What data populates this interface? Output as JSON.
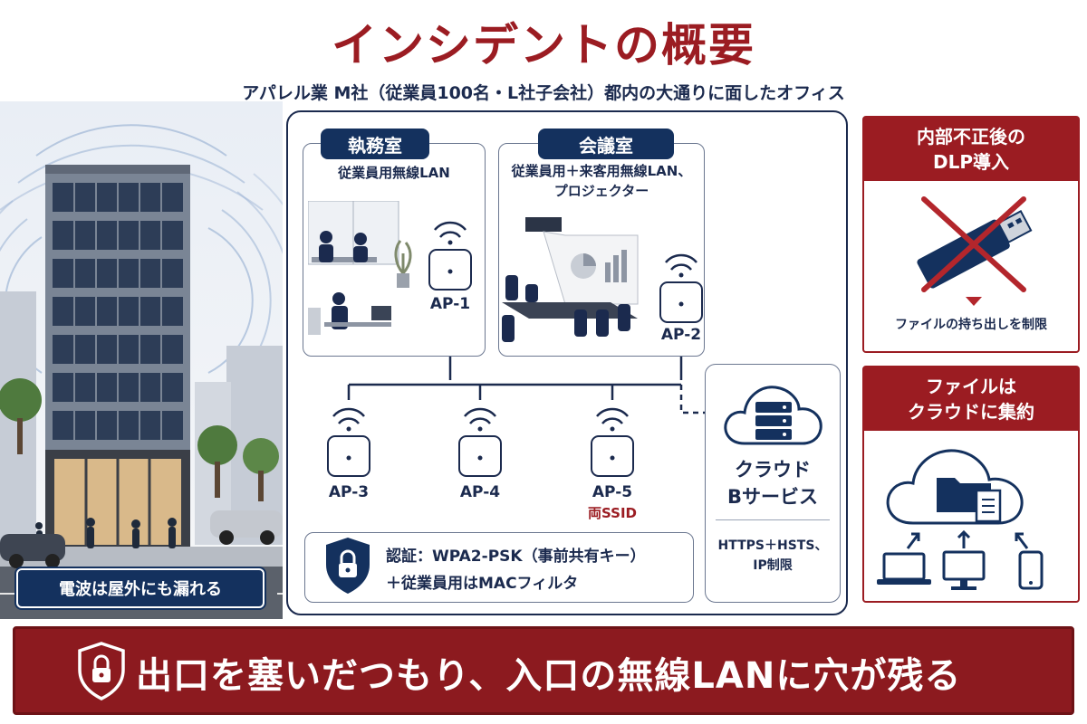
{
  "header": {
    "title": "インシデントの概要",
    "subtitle": "アパレル業 M社（従業員100名・L社子会社）都内の大通りに面したオフィス"
  },
  "scene": {
    "wave_label": "電波は屋外にも漏れる"
  },
  "rooms": {
    "office": {
      "name": "執務室",
      "desc": "従業員用無線LAN"
    },
    "meeting": {
      "name": "会議室",
      "desc_line1": "従業員用＋来客用無線LAN、",
      "desc_line2": "プロジェクター"
    }
  },
  "access_points": {
    "ap1": "AP-1",
    "ap2": "AP-2",
    "ap3": "AP-3",
    "ap4": "AP-4",
    "ap5": "AP-5",
    "ap5_note": "両SSID"
  },
  "auth": {
    "line1": "認証：WPA2-PSK（事前共有キー）",
    "line2": "＋従業員用はMACフィルタ"
  },
  "cloud": {
    "name_line1": "クラウド",
    "name_line2": "Bサービス",
    "sec_line1": "HTTPS＋HSTS、",
    "sec_line2": "IP制限"
  },
  "panels": {
    "dlp": {
      "title_line1": "内部不正後の",
      "title_line2": "DLP導入",
      "caption": "ファイルの持ち出しを制限"
    },
    "cloud_store": {
      "title_line1": "ファイルは",
      "title_line2": "クラウドに集約"
    }
  },
  "banner": {
    "text": "出口を塞いだつもり、入口の無線LANに穴が残る"
  },
  "colors": {
    "accent_red": "#9b1c22",
    "navy": "#14315e",
    "line": "#1b2a4e"
  }
}
